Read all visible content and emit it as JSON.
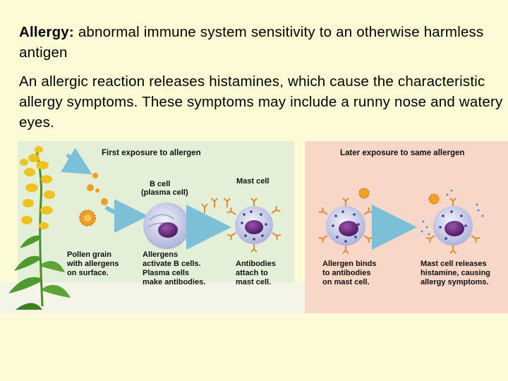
{
  "slide": {
    "definition_term": "Allergy:",
    "definition_text": " abnormal immune system sensitivity to an otherwise harmless antigen",
    "reaction_text": "An allergic reaction releases histamines, which cause the characteristic allergy symptoms. These symptoms may include a runny nose and watery eyes."
  },
  "figure": {
    "left_panel_title": "First exposure to allergen",
    "right_panel_title": "Later exposure to same allergen",
    "b_cell_label": [
      "B cell",
      "(plasma cell)"
    ],
    "mast_cell_label": "Mast cell",
    "captions": {
      "pollen": [
        "Pollen grain",
        "with allergens",
        "on surface."
      ],
      "allergens_activate": [
        "Allergens",
        "activate B cells.",
        "Plasma cells",
        "make antibodies."
      ],
      "antibodies_attach": [
        "Antibodies",
        "attach to",
        "mast cell."
      ],
      "allergen_binds": [
        "Allergen binds",
        "to antibodies",
        "on mast cell."
      ],
      "mast_releases": [
        "Mast cell releases",
        "histamine, causing",
        "allergy symptoms."
      ]
    },
    "colors": {
      "left_panel_bg": "#e4efd8",
      "right_panel_bg": "#f8d6c8",
      "cell_membrane": "#cfd2ec",
      "nucleus": "#6b2a82",
      "pollen": "#f0a020",
      "antibody": "#e08a3a",
      "arrow": "#7cc0d8"
    }
  }
}
